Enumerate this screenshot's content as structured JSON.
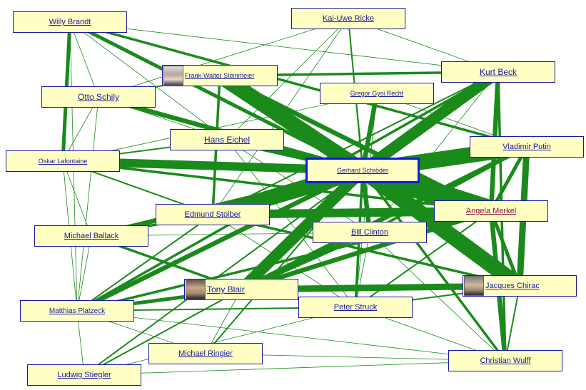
{
  "graph": {
    "nodes": [
      {
        "id": "willy-brandt",
        "label": "Willy Brandt"
      },
      {
        "id": "kai-uwe-ricke",
        "label": "Kai-Uwe Ricke"
      },
      {
        "id": "frank-walter-steinmeier",
        "label": "Frank-Walter Steinmeier",
        "photo": "steinmeier"
      },
      {
        "id": "kurt-beck",
        "label": "Kurt Beck"
      },
      {
        "id": "otto-schily",
        "label": "Otto Schily"
      },
      {
        "id": "gregor-gysi-recht",
        "label": "Gregor Gysi Recht"
      },
      {
        "id": "hans-eichel",
        "label": "Hans Eichel"
      },
      {
        "id": "vladimir-putin",
        "label": "Vladimir Putin"
      },
      {
        "id": "oskar-lafontaine",
        "label": "Oskar Lafontaine"
      },
      {
        "id": "gerhard-schroeder",
        "label": "Gerhard Schröder",
        "center": true
      },
      {
        "id": "angela-merkel",
        "label": "Angela Merkel",
        "visited": true
      },
      {
        "id": "edmund-stoiber",
        "label": "Edmund Stoiber"
      },
      {
        "id": "michael-ballack",
        "label": "Michael Ballack"
      },
      {
        "id": "bill-clinton",
        "label": "Bill Clinton"
      },
      {
        "id": "tony-blair",
        "label": "Tony Blair",
        "photo": "blair"
      },
      {
        "id": "jacques-chirac",
        "label": "Jacques Chirac",
        "photo": "chirac"
      },
      {
        "id": "matthias-platzeck",
        "label": "Matthias Platzeck"
      },
      {
        "id": "peter-struck",
        "label": "Peter Struck"
      },
      {
        "id": "michael-ringier",
        "label": "Michael Ringier"
      },
      {
        "id": "ludwig-stiegler",
        "label": "Ludwig Stiegler"
      },
      {
        "id": "christian-wulff",
        "label": "Christian Wulff"
      }
    ],
    "edges": [
      [
        "gerhard-schroeder",
        "angela-merkel",
        10
      ],
      [
        "gerhard-schroeder",
        "edmund-stoiber",
        9
      ],
      [
        "gerhard-schroeder",
        "frank-walter-steinmeier",
        9
      ],
      [
        "gerhard-schroeder",
        "oskar-lafontaine",
        7
      ],
      [
        "gerhard-schroeder",
        "kurt-beck",
        8
      ],
      [
        "gerhard-schroeder",
        "vladimir-putin",
        9
      ],
      [
        "gerhard-schroeder",
        "jacques-chirac",
        9
      ],
      [
        "gerhard-schroeder",
        "tony-blair",
        8
      ],
      [
        "gerhard-schroeder",
        "hans-eichel",
        6
      ],
      [
        "gerhard-schroeder",
        "gregor-gysi-recht",
        5
      ],
      [
        "gerhard-schroeder",
        "otto-schily",
        5
      ],
      [
        "gerhard-schroeder",
        "bill-clinton",
        5
      ],
      [
        "gerhard-schroeder",
        "willy-brandt",
        4
      ],
      [
        "gerhard-schroeder",
        "michael-ballack",
        5
      ],
      [
        "gerhard-schroeder",
        "matthias-platzeck",
        5
      ],
      [
        "gerhard-schroeder",
        "peter-struck",
        3
      ],
      [
        "gerhard-schroeder",
        "christian-wulff",
        3
      ],
      [
        "gerhard-schroeder",
        "michael-ringier",
        2
      ],
      [
        "gerhard-schroeder",
        "ludwig-stiegler",
        2
      ],
      [
        "gerhard-schroeder",
        "kai-uwe-ricke",
        2
      ],
      [
        "angela-merkel",
        "edmund-stoiber",
        7
      ],
      [
        "angela-merkel",
        "frank-walter-steinmeier",
        5
      ],
      [
        "angela-merkel",
        "kurt-beck",
        5
      ],
      [
        "angela-merkel",
        "vladimir-putin",
        4
      ],
      [
        "angela-merkel",
        "jacques-chirac",
        4
      ],
      [
        "angela-merkel",
        "tony-blair",
        5
      ],
      [
        "angela-merkel",
        "christian-wulff",
        5
      ],
      [
        "angela-merkel",
        "matthias-platzeck",
        3
      ],
      [
        "angela-merkel",
        "oskar-lafontaine",
        3
      ],
      [
        "angela-merkel",
        "peter-struck",
        2
      ],
      [
        "vladimir-putin",
        "jacques-chirac",
        6
      ],
      [
        "vladimir-putin",
        "tony-blair",
        5
      ],
      [
        "vladimir-putin",
        "willy-brandt",
        3
      ],
      [
        "vladimir-putin",
        "bill-clinton",
        3
      ],
      [
        "jacques-chirac",
        "tony-blair",
        6
      ],
      [
        "jacques-chirac",
        "edmund-stoiber",
        3
      ],
      [
        "kurt-beck",
        "frank-walter-steinmeier",
        3
      ],
      [
        "kurt-beck",
        "matthias-platzeck",
        3
      ],
      [
        "kurt-beck",
        "christian-wulff",
        3
      ],
      [
        "kurt-beck",
        "edmund-stoiber",
        2
      ],
      [
        "frank-walter-steinmeier",
        "edmund-stoiber",
        3
      ],
      [
        "frank-walter-steinmeier",
        "otto-schily",
        2
      ],
      [
        "tony-blair",
        "bill-clinton",
        5
      ],
      [
        "tony-blair",
        "matthias-platzeck",
        4
      ],
      [
        "tony-blair",
        "michael-ballack",
        3
      ],
      [
        "edmund-stoiber",
        "michael-ballack",
        3
      ],
      [
        "edmund-stoiber",
        "matthias-platzeck",
        2
      ],
      [
        "edmund-stoiber",
        "oskar-lafontaine",
        2
      ],
      [
        "willy-brandt",
        "oskar-lafontaine",
        4
      ],
      [
        "willy-brandt",
        "otto-schily",
        1
      ],
      [
        "willy-brandt",
        "hans-eichel",
        1
      ],
      [
        "willy-brandt",
        "matthias-platzeck",
        1
      ],
      [
        "willy-brandt",
        "kurt-beck",
        1
      ],
      [
        "oskar-lafontaine",
        "hans-eichel",
        2
      ],
      [
        "oskar-lafontaine",
        "otto-schily",
        1
      ],
      [
        "oskar-lafontaine",
        "matthias-platzeck",
        1
      ],
      [
        "oskar-lafontaine",
        "michael-ballack",
        1
      ],
      [
        "otto-schily",
        "hans-eichel",
        1
      ],
      [
        "otto-schily",
        "matthias-platzeck",
        1
      ],
      [
        "hans-eichel",
        "bill-clinton",
        1
      ],
      [
        "hans-eichel",
        "peter-struck",
        1
      ],
      [
        "kai-uwe-ricke",
        "hans-eichel",
        1
      ],
      [
        "kai-uwe-ricke",
        "otto-schily",
        1
      ],
      [
        "kai-uwe-ricke",
        "bill-clinton",
        1
      ],
      [
        "kai-uwe-ricke",
        "edmund-stoiber",
        1
      ],
      [
        "kai-uwe-ricke",
        "kurt-beck",
        1
      ],
      [
        "gregor-gysi-recht",
        "oskar-lafontaine",
        1
      ],
      [
        "gregor-gysi-recht",
        "peter-struck",
        1
      ],
      [
        "gregor-gysi-recht",
        "vladimir-putin",
        1
      ],
      [
        "michael-ballack",
        "matthias-platzeck",
        1
      ],
      [
        "michael-ballack",
        "bill-clinton",
        1
      ],
      [
        "matthias-platzeck",
        "christian-wulff",
        1
      ],
      [
        "matthias-platzeck",
        "peter-struck",
        2
      ],
      [
        "matthias-platzeck",
        "ludwig-stiegler",
        1
      ],
      [
        "matthias-platzeck",
        "michael-ringier",
        1
      ],
      [
        "peter-struck",
        "christian-wulff",
        1
      ],
      [
        "peter-struck",
        "bill-clinton",
        1
      ],
      [
        "peter-struck",
        "jacques-chirac",
        2
      ],
      [
        "peter-struck",
        "ludwig-stiegler",
        1
      ],
      [
        "peter-struck",
        "edmund-stoiber",
        1
      ],
      [
        "ludwig-stiegler",
        "christian-wulff",
        1
      ],
      [
        "ludwig-stiegler",
        "tony-blair",
        2
      ],
      [
        "michael-ringier",
        "christian-wulff",
        1
      ],
      [
        "michael-ringier",
        "tony-blair",
        1
      ],
      [
        "christian-wulff",
        "bill-clinton",
        1
      ],
      [
        "christian-wulff",
        "jacques-chirac",
        2
      ],
      [
        "bill-clinton",
        "kurt-beck",
        1
      ],
      [
        "bill-clinton",
        "angela-merkel",
        2
      ]
    ]
  }
}
